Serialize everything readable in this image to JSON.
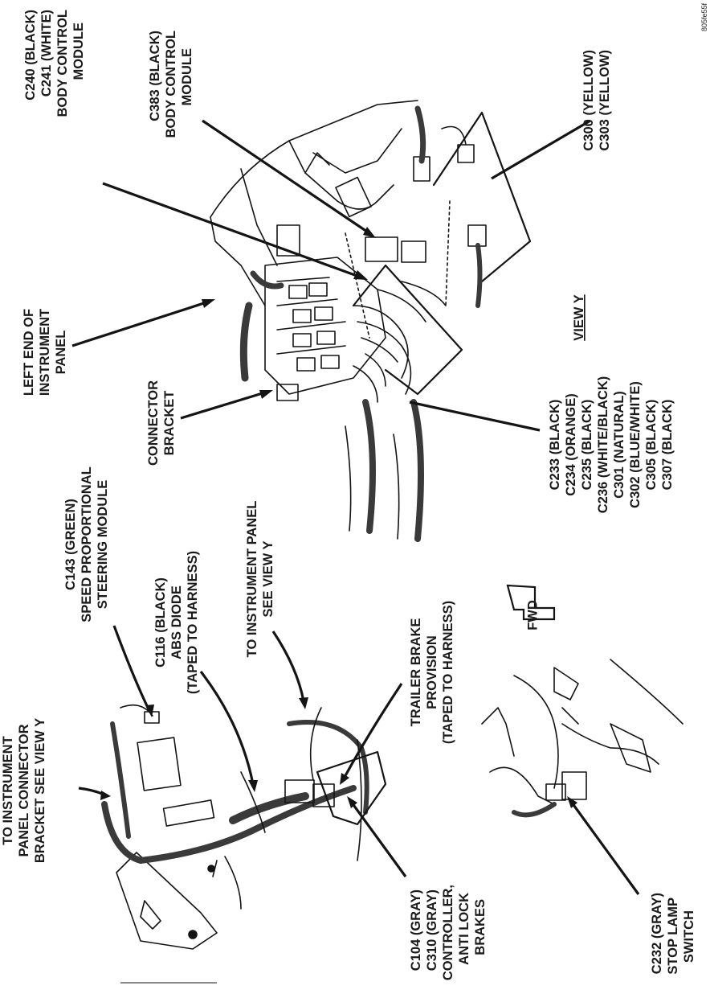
{
  "figure_id": "805fe55f",
  "labels": {
    "c240": [
      "C240 (BLACK)",
      "C241 (WHITE)",
      "BODY CONTROL",
      "MODULE"
    ],
    "c383": [
      "C383 (BLACK)",
      "BODY CONTROL",
      "MODULE"
    ],
    "c300": [
      "C300 (YELLOW)",
      "C303 (YELLOW)"
    ],
    "left_end": [
      "LEFT END OF",
      "INSTRUMENT",
      "PANEL"
    ],
    "bracket": [
      "CONNECTOR",
      "BRACKET"
    ],
    "c233": [
      "C233 (BLACK)",
      "C234 (ORANGE)",
      "C235 (BLACK)",
      "C236 (WHITE/BLACK)",
      "C301 (NATURAL)",
      "C302 (BLUE/WHITE)",
      "C305 (BLACK)",
      "C307 (BLACK)"
    ],
    "view_y": "VIEW Y",
    "c143": [
      "C143 (GREEN)",
      "SPEED PROPORTIONAL",
      "STEERING MODULE"
    ],
    "to_ip_bracket": [
      "TO INSTRUMENT",
      "PANEL CONNECTOR",
      "BRACKET SEE VIEW Y"
    ],
    "c116": [
      "C116 (BLACK)",
      "ABS DIODE",
      "(TAPED TO HARNESS)"
    ],
    "to_ip": [
      "TO INSTRUMENT PANEL",
      "SEE VIEW Y"
    ],
    "trailer": [
      "TRAILER BRAKE",
      "PROVISION",
      "(TAPED TO HARNESS)"
    ],
    "fwd": "FWD",
    "c104": [
      "C104 (GRAY)",
      "C310 (GRAY)",
      "CONTROLLER,",
      "ANTI LOCK",
      "BRAKES"
    ],
    "c232": [
      "C232 (GRAY)",
      "STOP LAMP",
      "SWITCH"
    ]
  }
}
